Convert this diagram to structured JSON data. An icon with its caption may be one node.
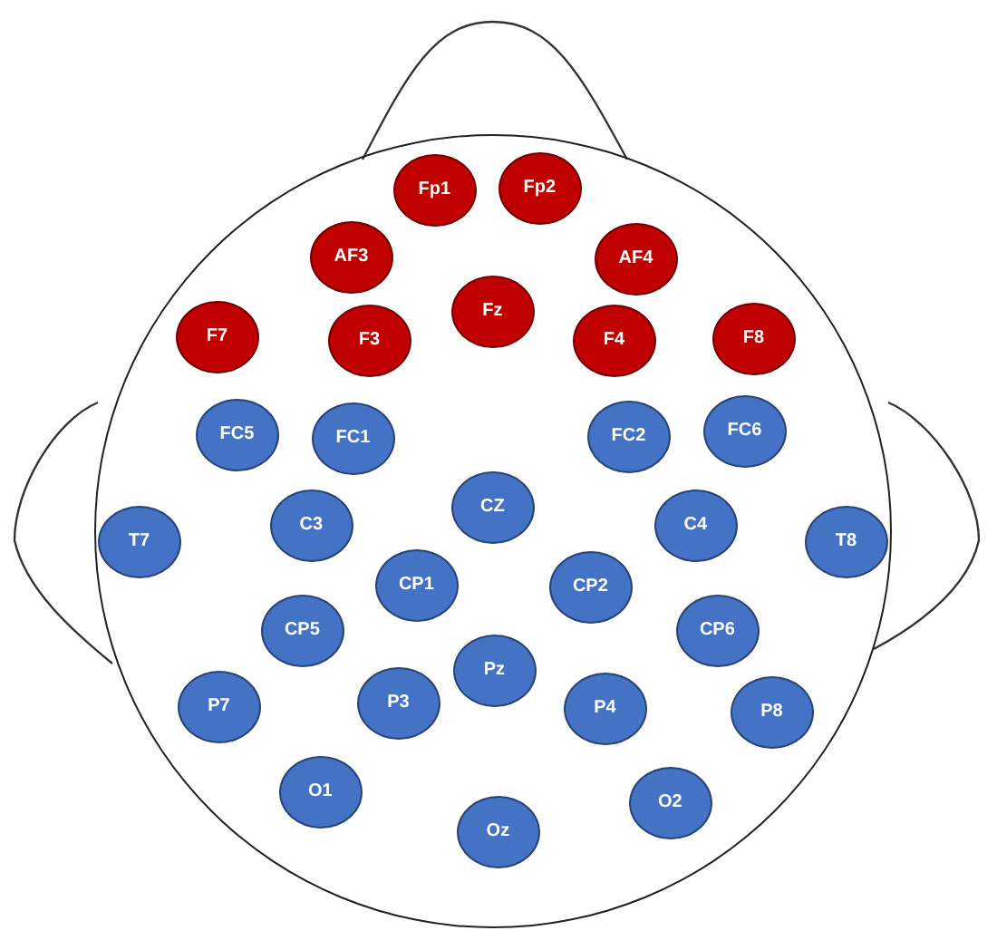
{
  "diagram": {
    "nodes": [
      {
        "text": [],
        "shape": "circle"
      },
      {
        "text": [
          "Fp1"
        ],
        "in": 0
      },
      {
        "text": [
          "Fp2"
        ],
        "in": 0
      },
      {
        "text": [
          "AF3"
        ],
        "in": 0
      },
      {
        "text": [
          "AF4"
        ],
        "in": 0
      },
      {
        "text": [
          "Fz"
        ],
        "in": 0
      },
      {
        "text": [
          "F7"
        ],
        "in": 0
      },
      {
        "text": [
          "F3"
        ],
        "in": 0
      },
      {
        "text": [
          "F4"
        ],
        "in": 0
      },
      {
        "text": [
          "F8"
        ],
        "in": 0
      },
      {
        "text": [
          "FC5"
        ],
        "in": 0
      },
      {
        "text": [
          "FC1"
        ],
        "in": 0
      },
      {
        "text": [
          "FC2"
        ],
        "in": 0
      },
      {
        "text": [
          "FC6"
        ],
        "in": 0
      },
      {
        "text": [
          "T7"
        ],
        "in": 0
      },
      {
        "text": [
          "C3"
        ],
        "in": 0
      },
      {
        "text": [
          "CZ"
        ],
        "in": 0
      },
      {
        "text": [
          "C4"
        ],
        "in": 0
      },
      {
        "text": [
          "T8"
        ],
        "in": 0
      },
      {
        "text": [
          "CP1"
        ],
        "in": 0
      },
      {
        "text": [
          "CP2"
        ],
        "in": 0
      },
      {
        "text": [
          "CP5"
        ],
        "in": 0
      },
      {
        "text": [
          "CP6"
        ],
        "in": 0
      },
      {
        "text": [
          "Pz"
        ],
        "in": 0
      },
      {
        "text": [
          "P7"
        ],
        "in": 0
      },
      {
        "text": [
          "P3"
        ],
        "in": 0
      },
      {
        "text": [
          "P4"
        ],
        "in": 0
      },
      {
        "text": [
          "P8"
        ],
        "in": 0
      },
      {
        "text": [
          "O1"
        ],
        "in": 0
      },
      {
        "text": [
          "O2"
        ],
        "in": 0
      },
      {
        "text": [
          "Oz"
        ],
        "in": 0
      }
    ]
  }
}
